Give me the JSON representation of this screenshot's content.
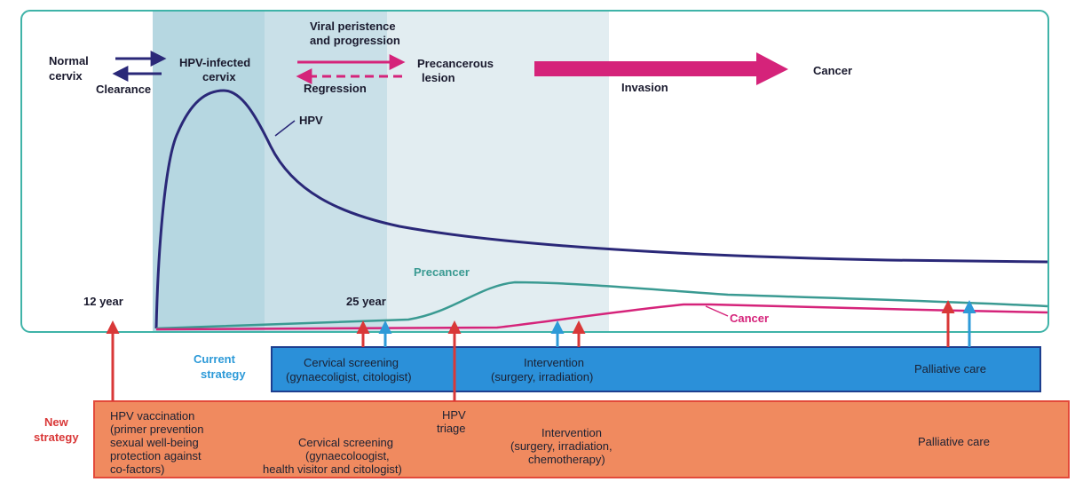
{
  "colors": {
    "frame": "#3fb3a8",
    "hpv": "#2a2878",
    "precancer": "#3a9a92",
    "cancer": "#d5237a",
    "current_strategy": "#2d9ad8",
    "current_box_fill": "#2b90d9",
    "current_box_border": "#1d3e8f",
    "new_strategy": "#d93838",
    "new_box_fill": "#f08a5f",
    "new_box_border": "#e34a3a",
    "shade1": "#a9d0dc",
    "shade2": "#c9dde6"
  },
  "stages": {
    "normal_cervix": [
      "Normal",
      "cervix"
    ],
    "clearance": "Clearance",
    "hpv_infected": [
      "HPV-infected",
      "cervix"
    ],
    "viral_persistence": [
      "Viral peristence",
      "and progression"
    ],
    "regression": "Regression",
    "precancerous_lesion": [
      "Precancerous",
      "lesion"
    ],
    "invasion": "Invasion",
    "cancer": "Cancer"
  },
  "curves": {
    "hpv_label": "HPV",
    "precancer_label": "Precancer",
    "cancer_label": "Cancer"
  },
  "ages": {
    "age_12": "12 year",
    "age_25": "25 year"
  },
  "current_strategy": {
    "label": [
      "Current",
      "strategy"
    ],
    "cervical_screening": [
      "Cervical screening",
      "(gynaecoligist, citologist)"
    ],
    "intervention": [
      "Intervention",
      "(surgery, irradiation)"
    ],
    "palliative": "Palliative care"
  },
  "new_strategy": {
    "label": [
      "New",
      "strategy"
    ],
    "hpv_vaccination": [
      "HPV vaccination",
      "(primer prevention",
      "sexual well-being",
      "protection against",
      "co-factors)"
    ],
    "hpv_triage": [
      "HPV",
      "triage"
    ],
    "cervical_screening": [
      "Cervical screening",
      "(gynaecoloogist,",
      "health visitor and citologist)"
    ],
    "intervention": [
      "Intervention",
      "(surgery, irradiation,",
      "chemotherapy)"
    ],
    "palliative": "Palliative care"
  }
}
